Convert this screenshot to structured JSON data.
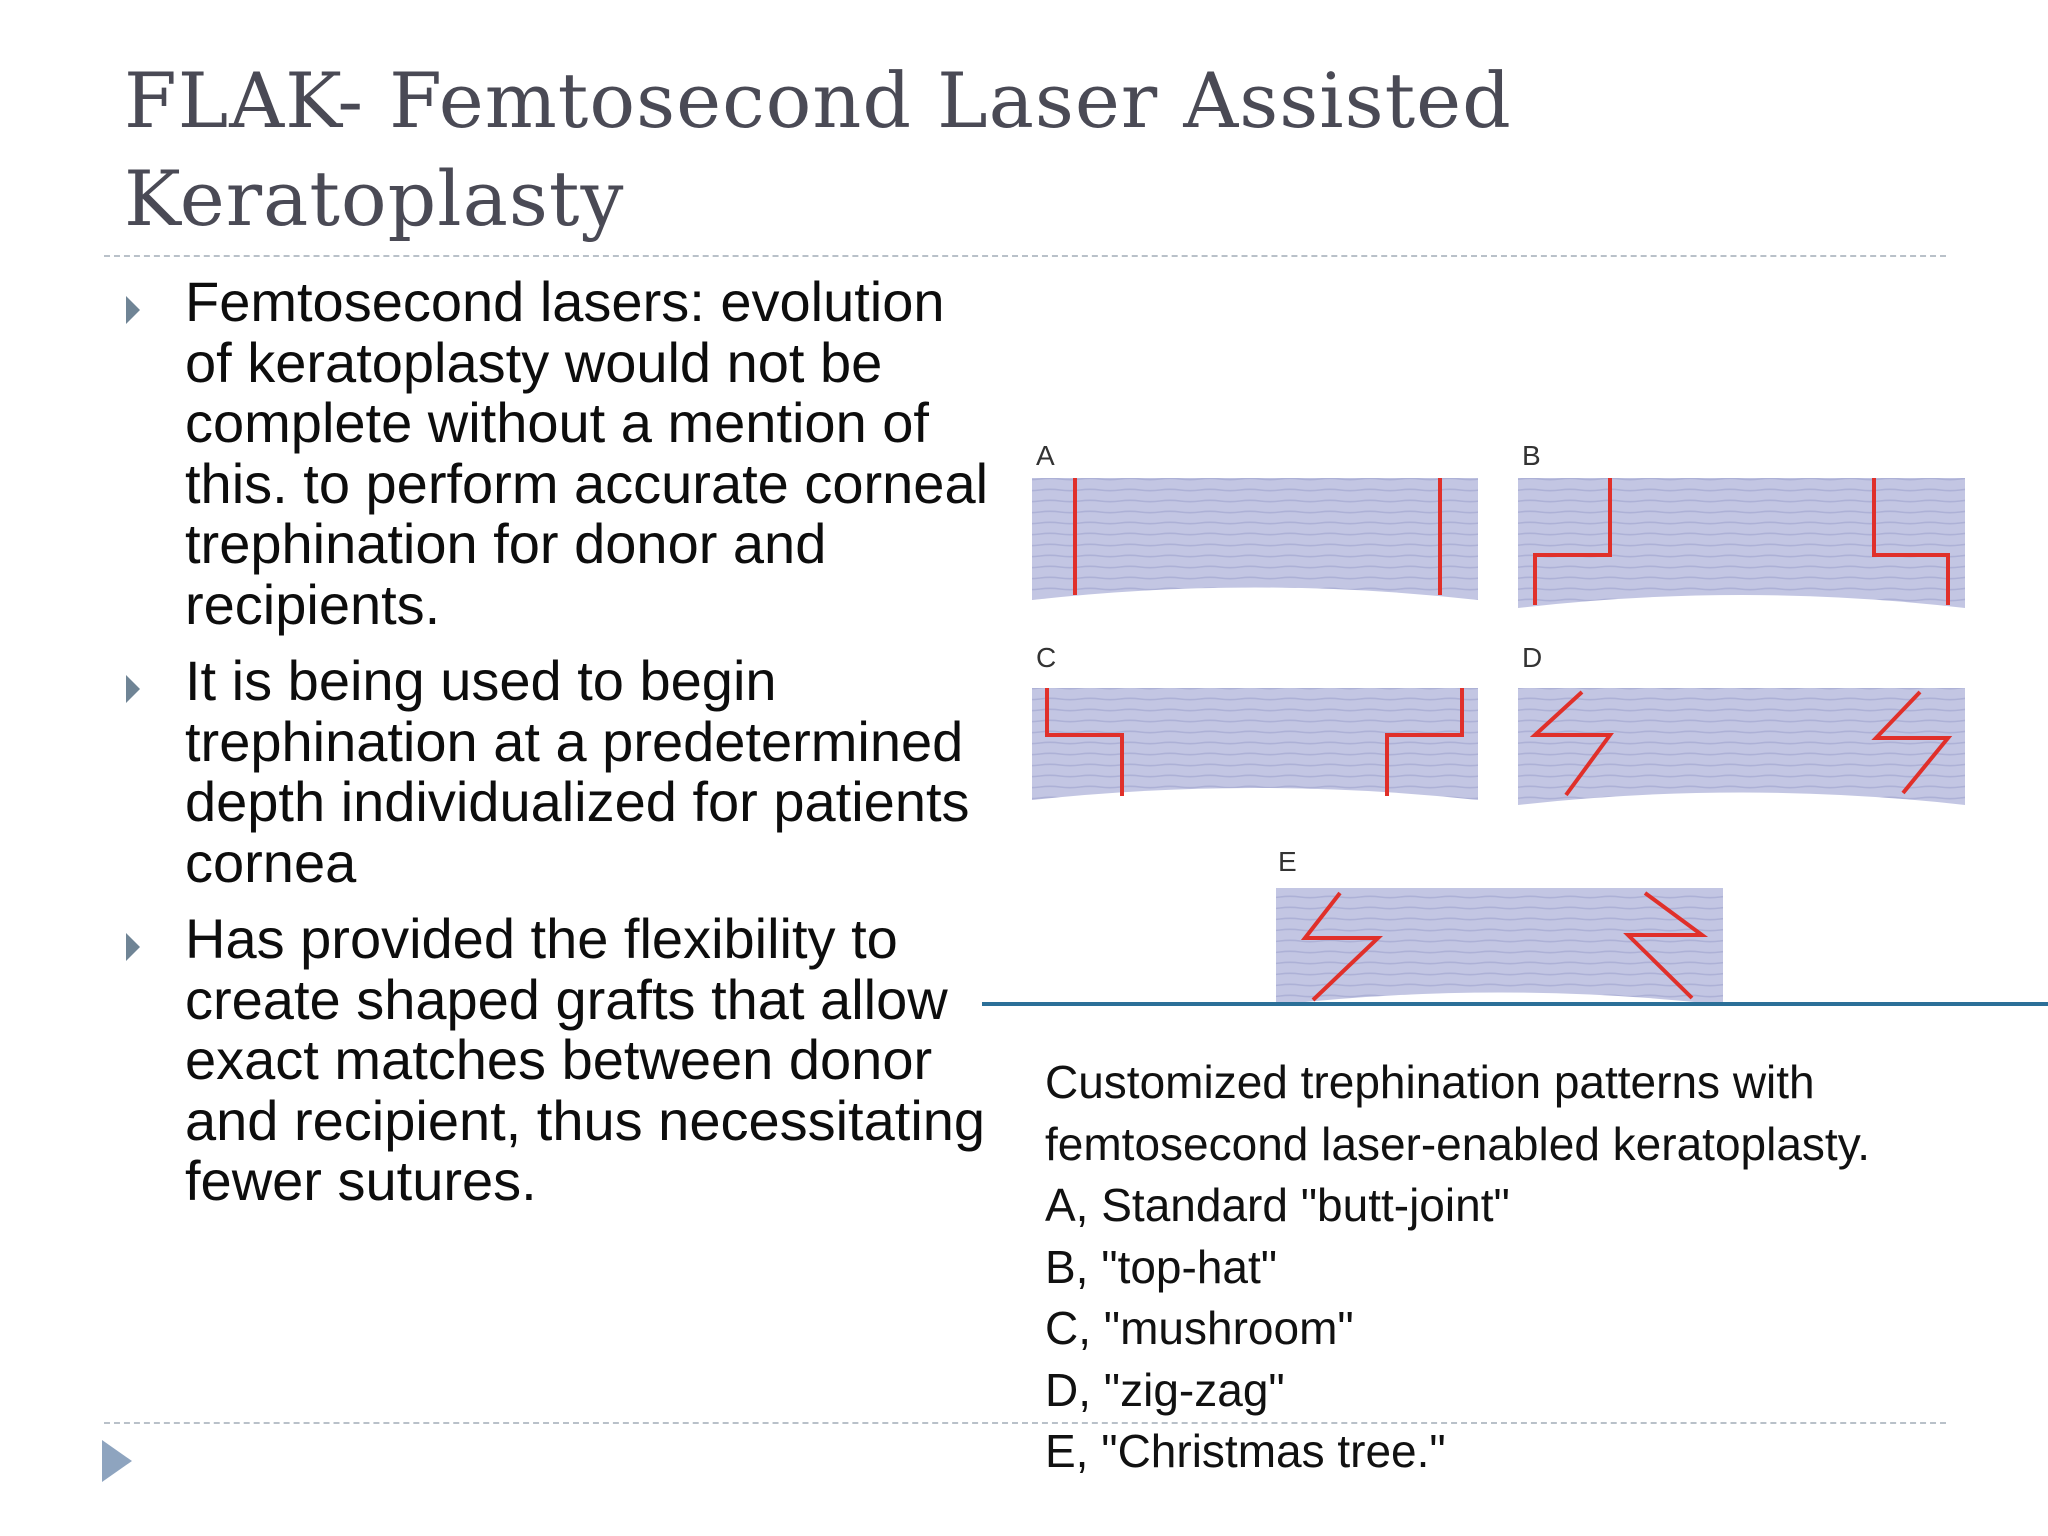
{
  "title": {
    "line1": "FLAK- Femtosecond Laser Assisted",
    "line2": "Keratoplasty"
  },
  "bullets": [
    {
      "text": "Femtosecond lasers: evolution of keratoplasty would not be complete without a mention of this. to perform accurate corneal trephination for donor and recipients."
    },
    {
      "text": "It is being used to begin trephination at a predetermined depth individualized for patients cornea"
    },
    {
      "text": "Has provided the flexibility to create shaped grafts that allow exact matches between donor and recipient, thus necessitating fewer sutures."
    }
  ],
  "figure": {
    "panels": [
      {
        "letter": "A",
        "pattern": "butt-joint"
      },
      {
        "letter": "B",
        "pattern": "top-hat"
      },
      {
        "letter": "C",
        "pattern": "mushroom"
      },
      {
        "letter": "D",
        "pattern": "zig-zag"
      },
      {
        "letter": "E",
        "pattern": "christmas-tree"
      }
    ],
    "colors": {
      "cornea": "#c3c6e3",
      "stripe": "#b0b4d8",
      "incision": "#e0302a"
    }
  },
  "caption": {
    "line1": "Customized trephination patterns with",
    "line2": "femtosecond laser-enabled keratoplasty.",
    "line3": "A, Standard \"butt-joint\"",
    "line4": "B, \"top-hat\"",
    "line5": "C, \"mushroom\"",
    "line6": "D, \"zig-zag\"",
    "line7": "E, \"Christmas tree.\""
  }
}
